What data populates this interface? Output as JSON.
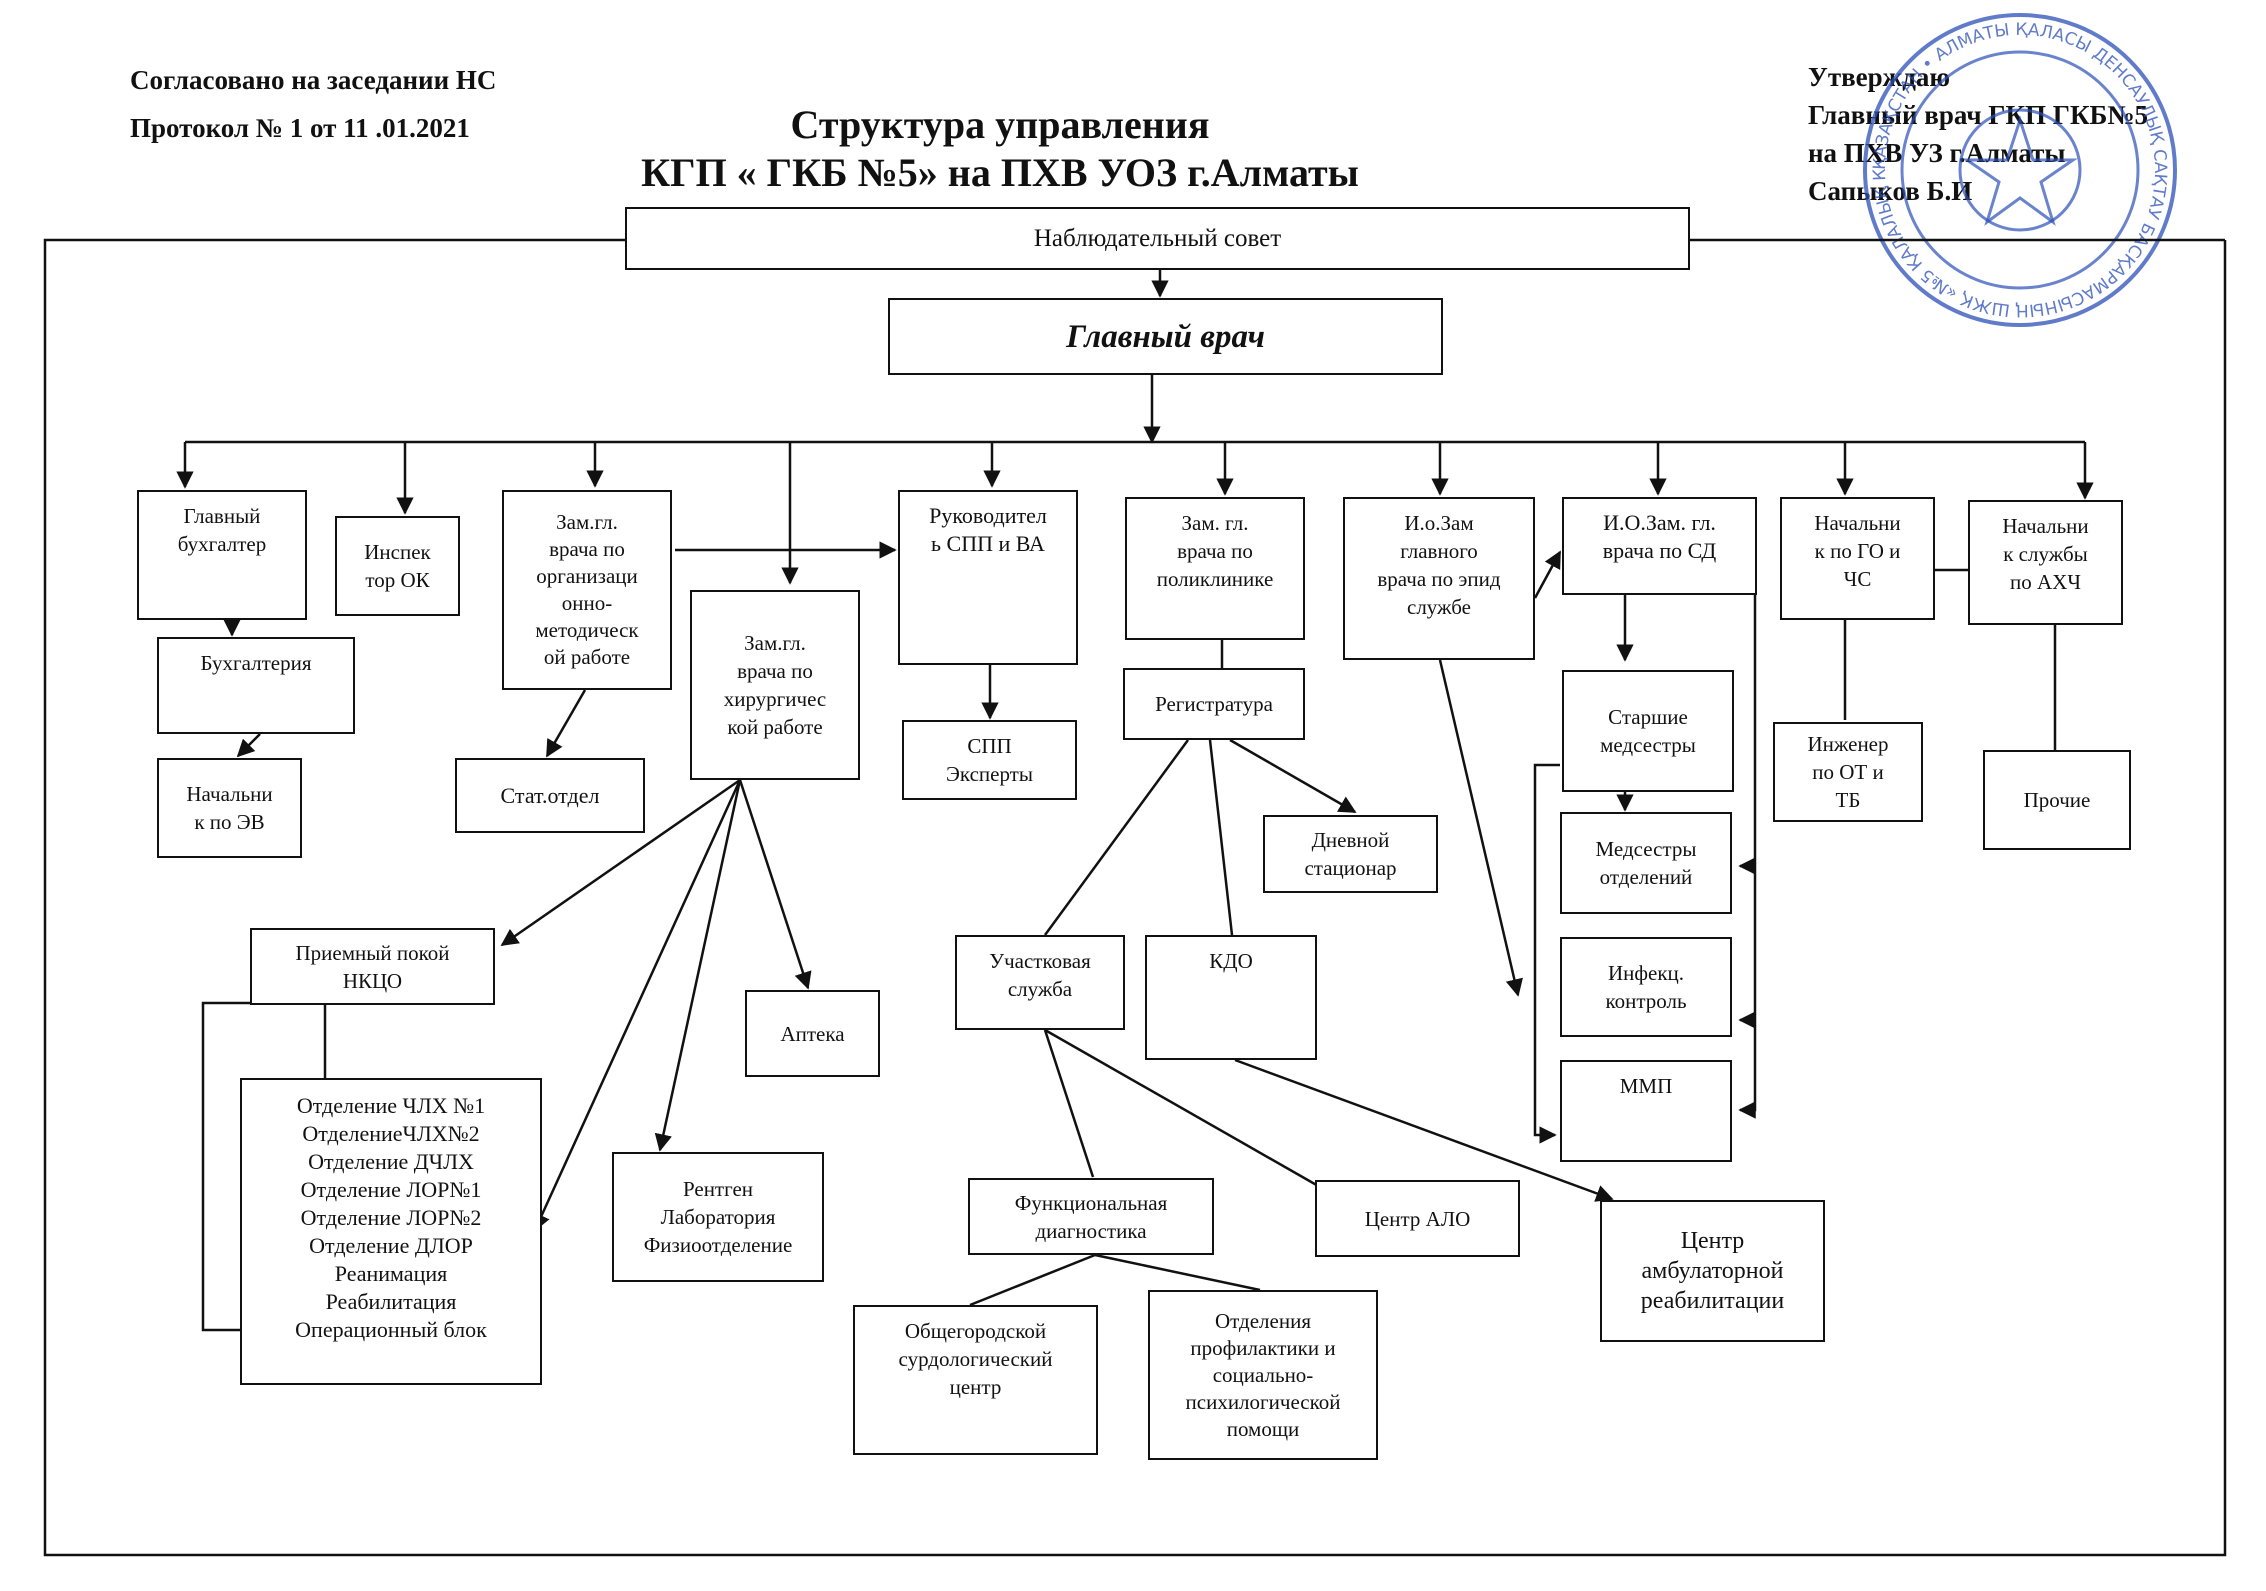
{
  "header": {
    "agreed_line1": "Согласовано на заседании НС",
    "agreed_line2": "Протокол №  1  от  11 .01.2021",
    "title_line1": "Структура управления",
    "title_line2": "КГП « ГКБ №5» на ПХВ УОЗ г.Алматы",
    "approved_line1": "Утверждаю",
    "approved_line2": "Главный врач ГКП ГКБ№5",
    "approved_line3": "на ПХВ УЗ г.Алматы",
    "approved_line4": "Сапыков Б.И"
  },
  "stamp": {
    "text": "ҚАЗАҚСТАН • АЛМАТЫ ҚАЛАСЫ ДЕНСАУЛЫҚ САҚТАУ БАСҚАРМАСЫНЫҢ ШЖҚ «№5 ҚАЛАЛЫҚ КЛИНИКАЛЫҚ АУРУХАНА» КОММУНАЛДЫҚ МЕМЛЕКЕТТІК КӘСІПОРНЫ"
  },
  "colors": {
    "ink": "#111111",
    "stamp": "#2b4fb8"
  },
  "nodes": {
    "supervisory_board": "Наблюдательный совет",
    "chief_doctor": "Главный врач",
    "chief_accountant": "Главный\nбухгалтер",
    "hr_inspector": "Инспек\nтор ОК",
    "deputy_org_method": "Зам.гл.\nврача по\nорганизаци\nонно-\nметодическ\nой работе",
    "deputy_surgical": "Зам.гл.\nврача по\nхирургичес\nкой  работе",
    "head_spp_va": "Руководител\nь СПП и ВА",
    "deputy_polyclinic": "Зам. гл.\nврача по\nполиклинике",
    "deputy_epid": "И.о.Зам\nглавного\nврача по эпид\nслужбе",
    "deputy_nursing": "И.О.Зам. гл.\nврача по СД",
    "head_go_chs": "Начальни\nк по ГО и\nЧС",
    "head_ahch": "Начальни\nк службы\nпо АХЧ",
    "accounting": "Бухгалтерия",
    "head_ev": "Начальни\nк по ЭВ",
    "stat_dept": "Стат.отдел",
    "spp_experts": "СПП\nЭксперты",
    "registry": "Регистратура",
    "day_hospital": "Дневной\nстационар",
    "senior_nurses": "Старшие\nмедсестры",
    "dept_nurses": "Медсестры\nотделений",
    "infection_control": "Инфекц.\nконтроль",
    "mmp": "ММП",
    "engineer_ot_tb": "Инженер\nпо ОТ и\nТБ",
    "others": "Прочие",
    "reception": "Приемный покой\nНКЦО",
    "pharmacy": "Аптека",
    "district_service": "Участковая\nслужба",
    "kdo": "КДО",
    "xray_lab": "Рентген\nЛаборатория\nФизиоотделение",
    "functional_diag": "Функциональная\nдиагностика",
    "alo_center": "Центр  АЛО",
    "rehab_center": "Центр\nамбулаторной\nреабилитации",
    "surdology_center": "Общегородской\nсурдологический\nцентр",
    "prevention_depts": "Отделения\nпрофилактики и\nсоциально-\nпсихилогической\nпомощи"
  },
  "departments": [
    "Отделение ЧЛХ №1",
    "ОтделениеЧЛХ№2",
    "Отделение ДЧЛХ",
    "Отделение ЛОР№1",
    "Отделение ЛОР№2",
    "Отделение ДЛОР",
    "Реанимация",
    "Реабилитация",
    "Операционный блок"
  ]
}
